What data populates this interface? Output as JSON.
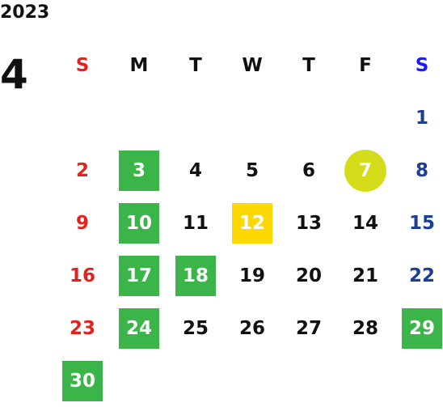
{
  "year": "2023",
  "month": "4",
  "weekdays": [
    "S",
    "M",
    "T",
    "W",
    "T",
    "F",
    "S"
  ],
  "weeks": [
    [
      "",
      "",
      "",
      "",
      "",
      "",
      "1"
    ],
    [
      "2",
      "3",
      "4",
      "5",
      "6",
      "7",
      "8"
    ],
    [
      "9",
      "10",
      "11",
      "12",
      "13",
      "14",
      "15"
    ],
    [
      "16",
      "17",
      "18",
      "19",
      "20",
      "21",
      "22"
    ],
    [
      "23",
      "24",
      "25",
      "26",
      "27",
      "28",
      "29"
    ],
    [
      "30",
      "",
      "",
      "",
      "",
      "",
      ""
    ]
  ],
  "highlights": {
    "green": [
      "3",
      "10",
      "17",
      "18",
      "24",
      "29",
      "30"
    ],
    "yellow": [
      "12"
    ],
    "lime_circle": [
      "7"
    ]
  },
  "colors": {
    "sunday": "#e0231e",
    "saturday": "#1c3f94",
    "saturday_header": "#1a1aff",
    "green": "#3bb54a",
    "yellow": "#fdd800",
    "lime": "#d4dc1a"
  }
}
